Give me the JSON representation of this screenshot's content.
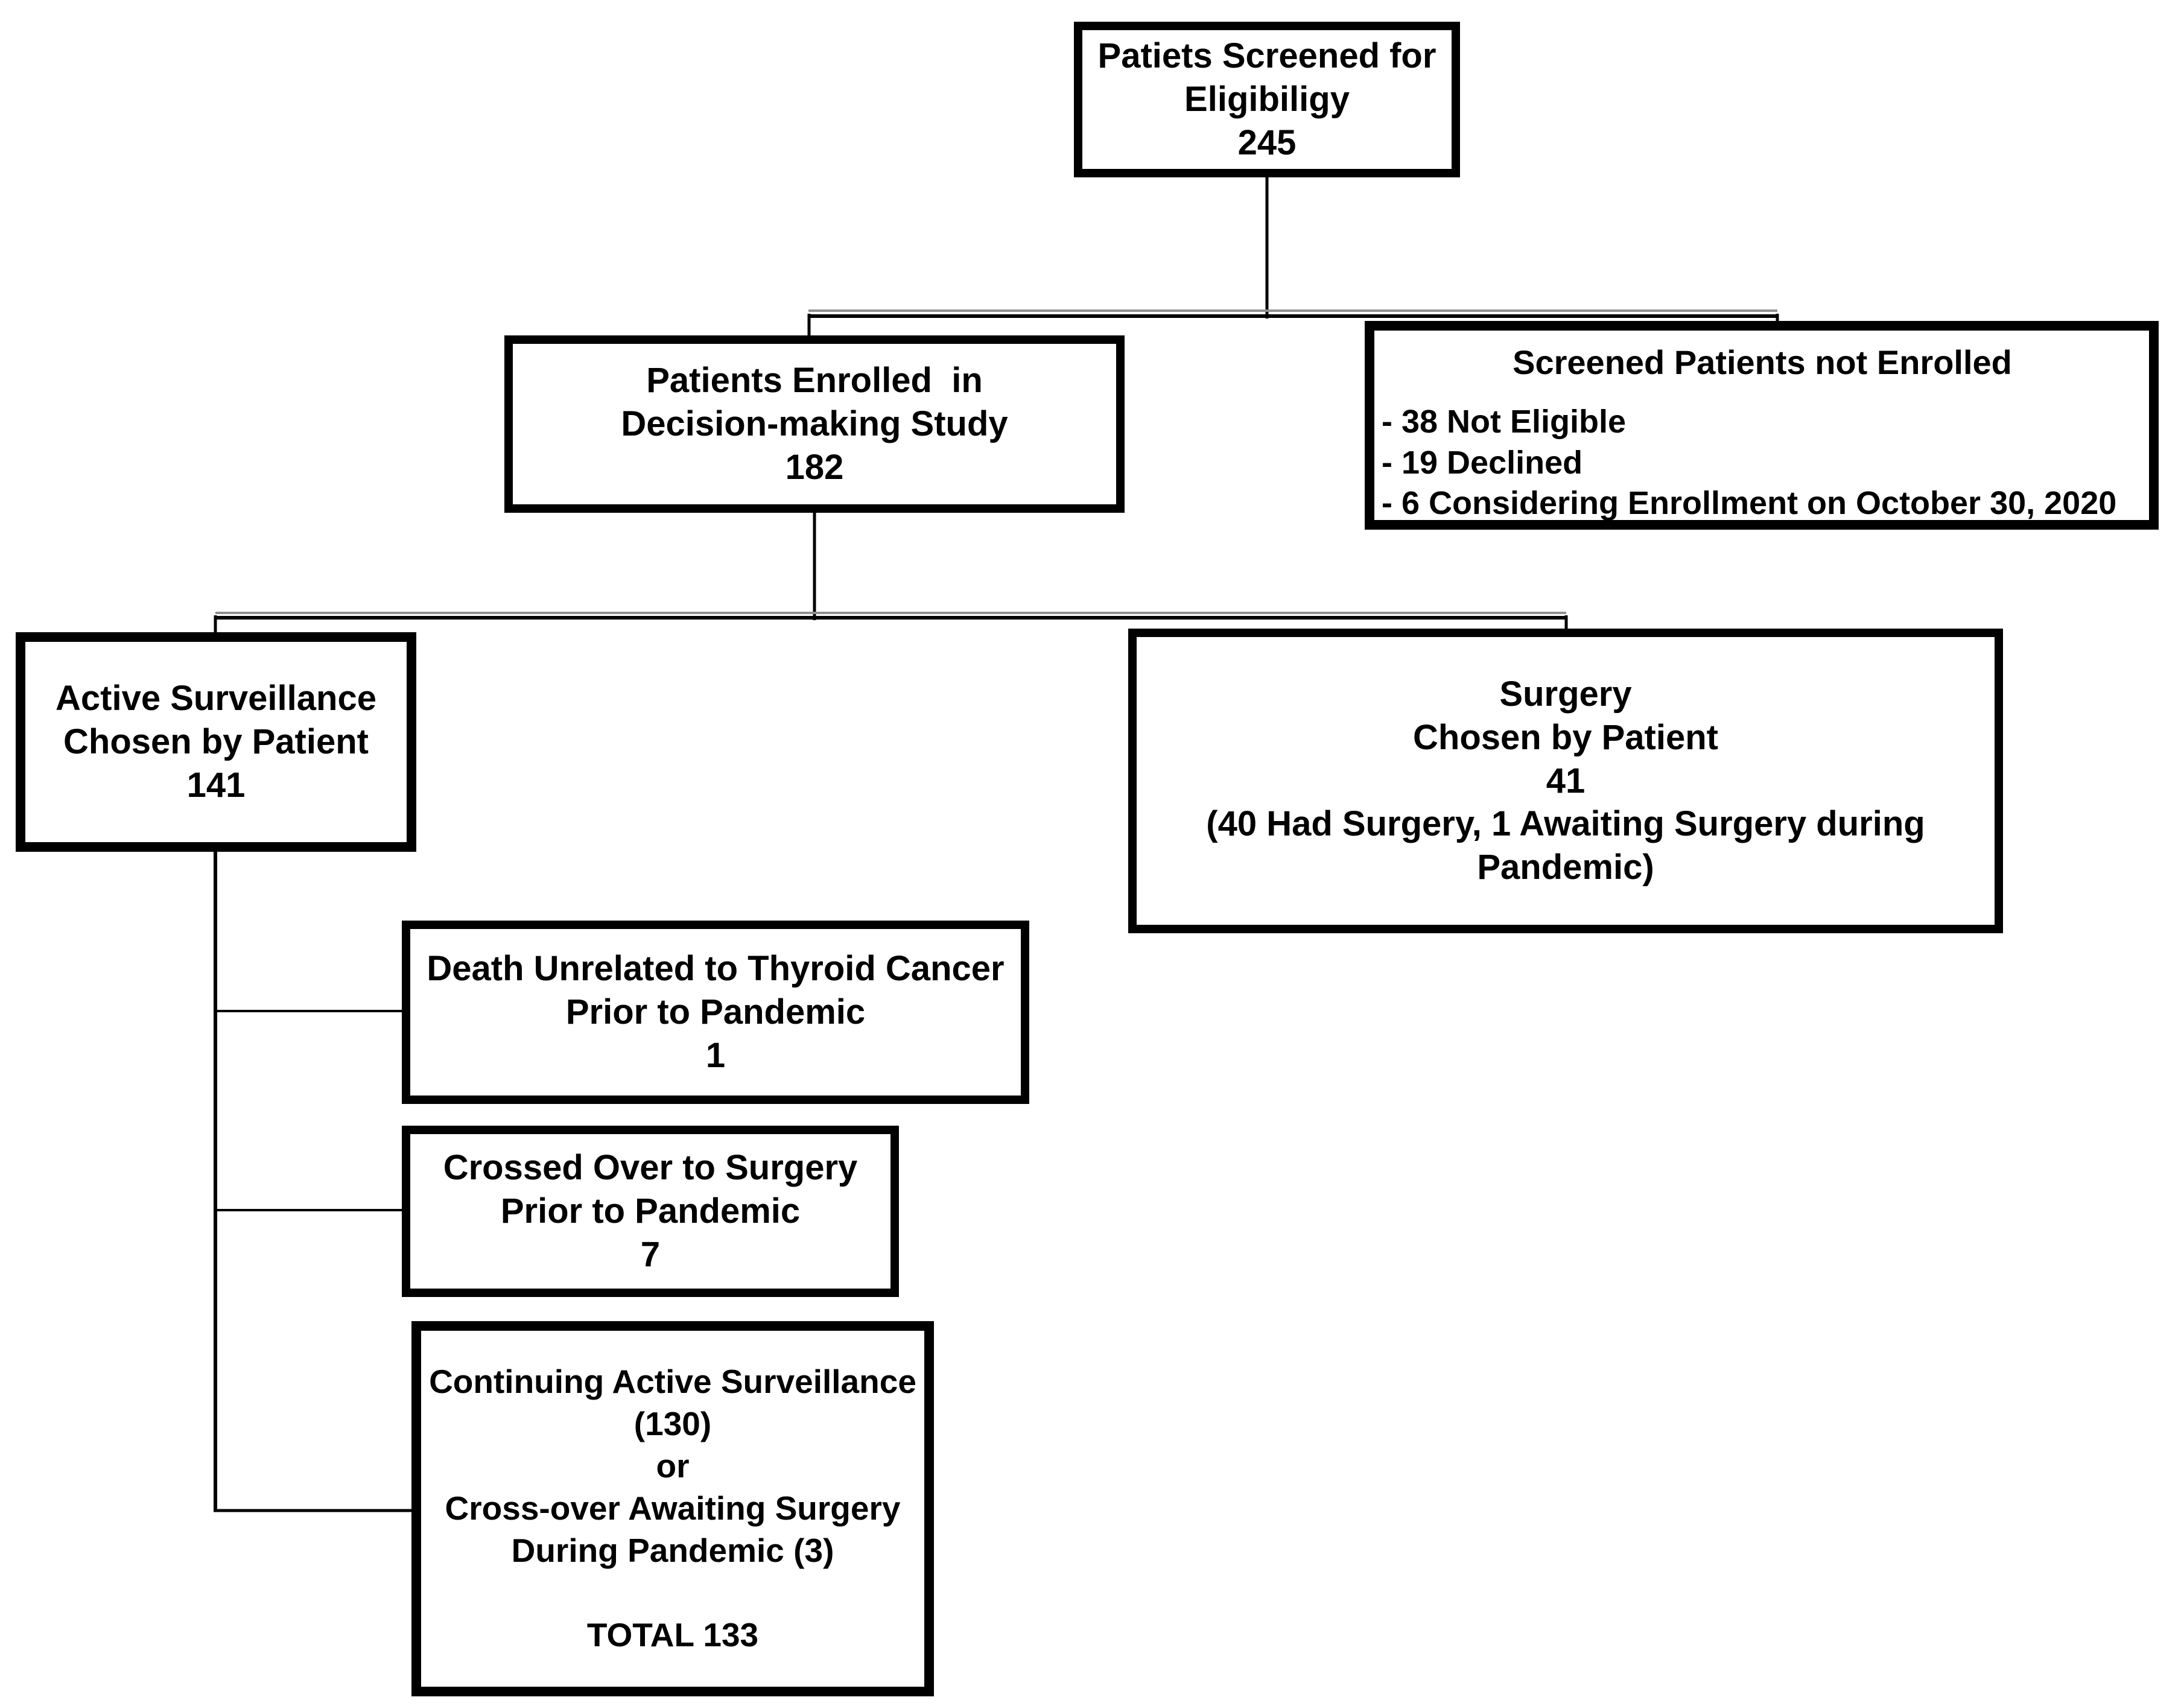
{
  "nodes": {
    "screened": {
      "lines": [
        "Patiets Screened for",
        "Eligibiligy",
        "245"
      ]
    },
    "enrolled": {
      "lines": [
        "Patients Enrolled  in",
        "Decision-making Study",
        "182"
      ]
    },
    "not_enrolled": {
      "title": "Screened Patients not Enrolled",
      "items": [
        "- 38 Not Eligible",
        "- 19 Declined",
        "- 6 Considering Enrollment on October 30, 2020"
      ]
    },
    "active_surveillance": {
      "lines": [
        "Active Surveillance",
        "Chosen by Patient",
        "141"
      ]
    },
    "surgery": {
      "lines": [
        "Surgery",
        "Chosen by Patient",
        "41",
        "(40 Had Surgery, 1 Awaiting Surgery during",
        "Pandemic)"
      ]
    },
    "death": {
      "lines": [
        "Death Unrelated to Thyroid Cancer",
        "Prior to Pandemic",
        "1"
      ]
    },
    "crossover_prior": {
      "lines": [
        "Crossed Over to Surgery",
        "Prior to Pandemic",
        "7"
      ]
    },
    "continuing": {
      "lines": [
        "Continuing Active Surveillance",
        "(130)",
        "or",
        "Cross-over Awaiting Surgery",
        "During Pandemic (3)"
      ],
      "total": "TOTAL 133"
    }
  },
  "colors": {
    "box_border": "#000000",
    "background": "#ffffff",
    "text": "#000000",
    "line_shadow": "#909090"
  }
}
